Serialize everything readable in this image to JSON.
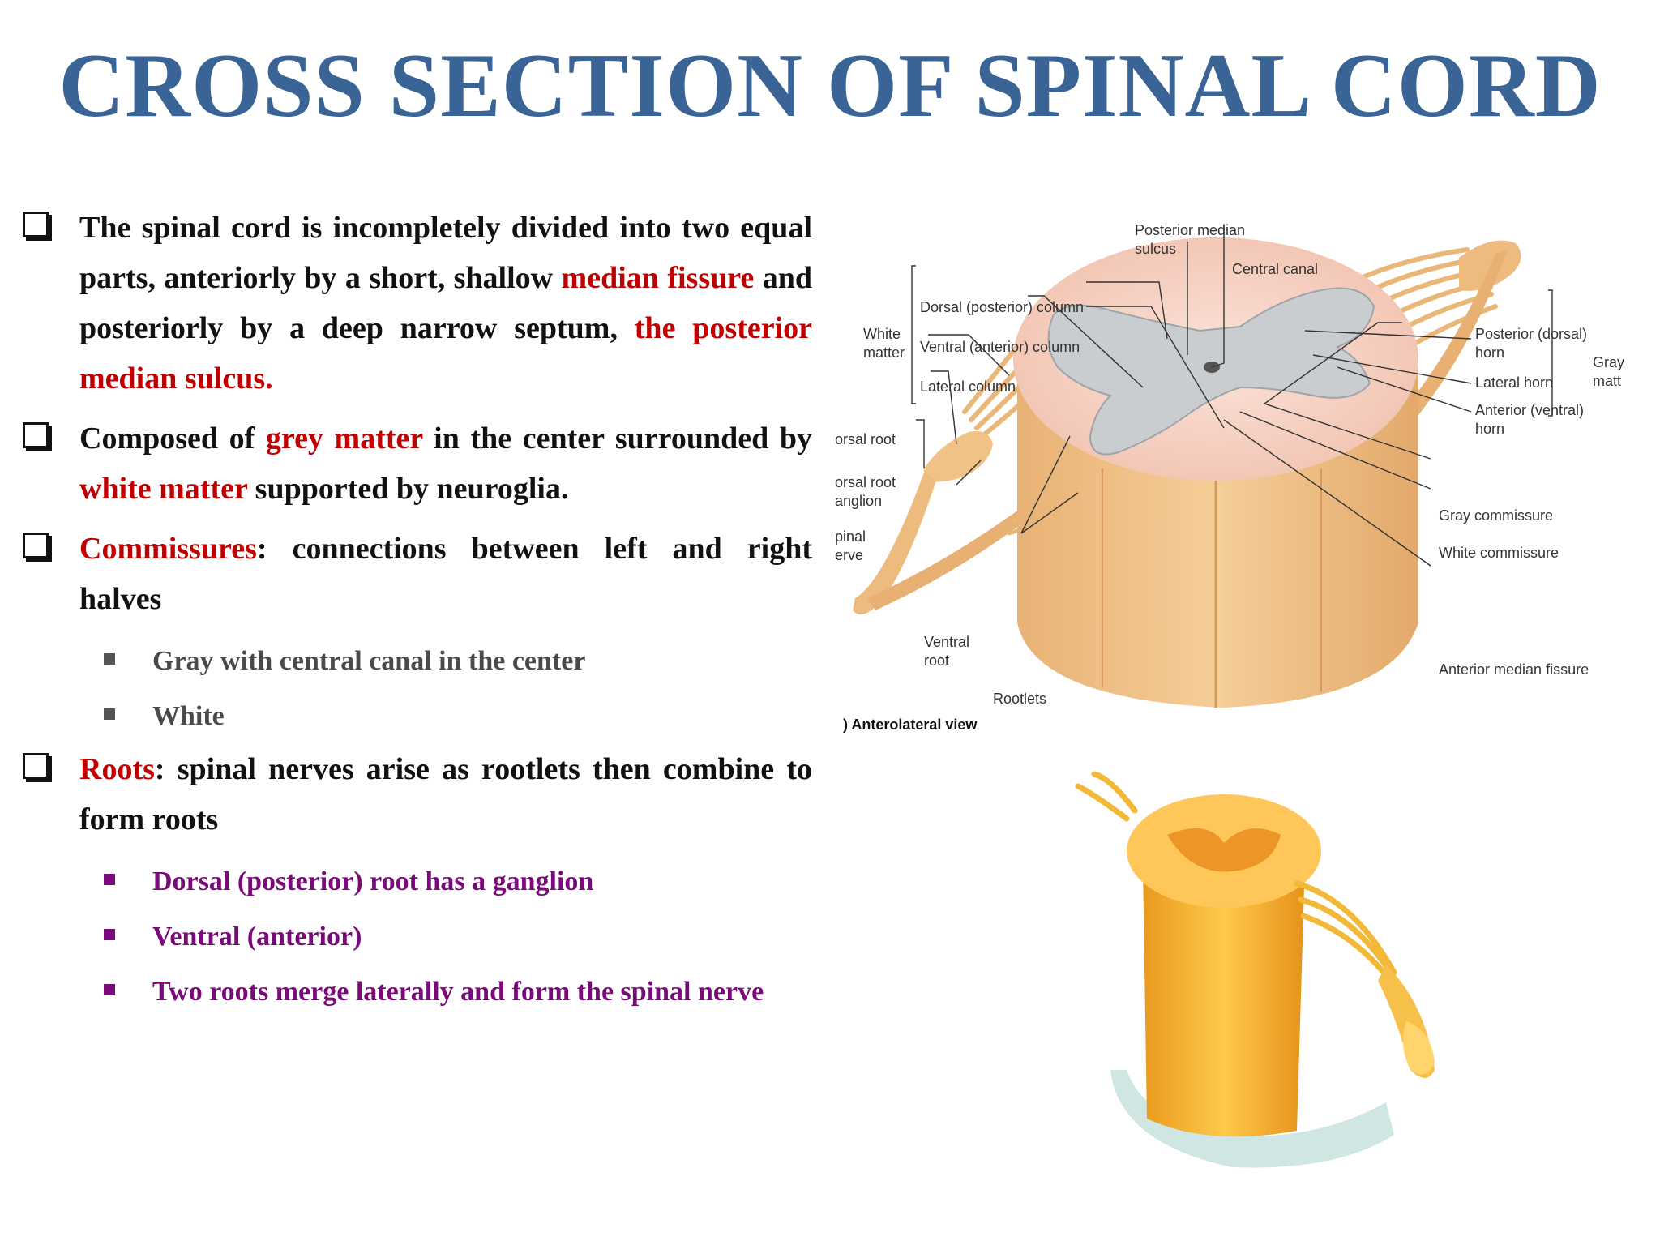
{
  "title": "CROSS SECTION OF SPINAL CORD",
  "bullets": [
    {
      "parts": [
        {
          "text": "The spinal cord is incompletely divided into two equal parts, anteriorly by a short, shallow ",
          "style": "plain"
        },
        {
          "text": "median fissure",
          "style": "red"
        },
        {
          "text": " and posteriorly by a deep narrow septum, ",
          "style": "plain"
        },
        {
          "text": "the posterior median sulcus.",
          "style": "red"
        }
      ]
    },
    {
      "parts": [
        {
          "text": "Composed of ",
          "style": "plain"
        },
        {
          "text": "grey matter",
          "style": "red"
        },
        {
          "text": " in the center surrounded by ",
          "style": "plain"
        },
        {
          "text": "white matter",
          "style": "red"
        },
        {
          "text": " supported by neuroglia.",
          "style": "plain"
        }
      ]
    },
    {
      "parts": [
        {
          "text": "Commissures",
          "style": "red"
        },
        {
          "text": ": connections between left and right halves",
          "style": "plain"
        }
      ],
      "subs": [
        "Gray with central canal in the center",
        "White"
      ],
      "sub_color": "gray"
    },
    {
      "parts": [
        {
          "text": "Roots",
          "style": "red"
        },
        {
          "text": ": spinal nerves arise as rootlets then combine to form roots",
          "style": "plain"
        }
      ],
      "subs": [
        "Dorsal (posterior) root has a ganglion",
        "Ventral (anterior)",
        "Two roots merge laterally and form the spinal nerve"
      ],
      "sub_color": "purple"
    }
  ],
  "diagram": {
    "labels": {
      "posterior_median_sulcus_1": "Posterior median",
      "posterior_median_sulcus_2": "sulcus",
      "central_canal": "Central canal",
      "white_matter_1": "White",
      "white_matter_2": "matter",
      "dorsal_column": "Dorsal (posterior) column",
      "ventral_column": "Ventral (anterior) column",
      "lateral_column": "Lateral column",
      "dorsal_root": "orsal root",
      "dorsal_root_ganglion_1": "orsal root",
      "dorsal_root_ganglion_2": "anglion",
      "spinal_nerve_1": "pinal",
      "spinal_nerve_2": "erve",
      "ventral_root_1": "Ventral",
      "ventral_root_2": "root",
      "rootlets": "Rootlets",
      "view": ") Anterolateral view",
      "posterior_horn_1": "Posterior (dorsal)",
      "posterior_horn_2": "horn",
      "lateral_horn": "Lateral horn",
      "anterior_horn_1": "Anterior (ventral)",
      "anterior_horn_2": "horn",
      "gray_matter_1": "Gray",
      "gray_matter_2": "matt",
      "gray_commissure": "Gray commissure",
      "white_commissure": "White commissure",
      "anterior_median_fissure": "Anterior median fissure"
    }
  },
  "colors": {
    "title": "#3B6496",
    "highlight_red": "#C00000",
    "sub_gray": "#4a4a4a",
    "sub_purple": "#7A0A7A",
    "cord_tan": "#F2C48A",
    "cord_pink": "#F7D3C4",
    "grey_matter": "#C9CDD0",
    "model_yellow": "#F5B52E"
  }
}
